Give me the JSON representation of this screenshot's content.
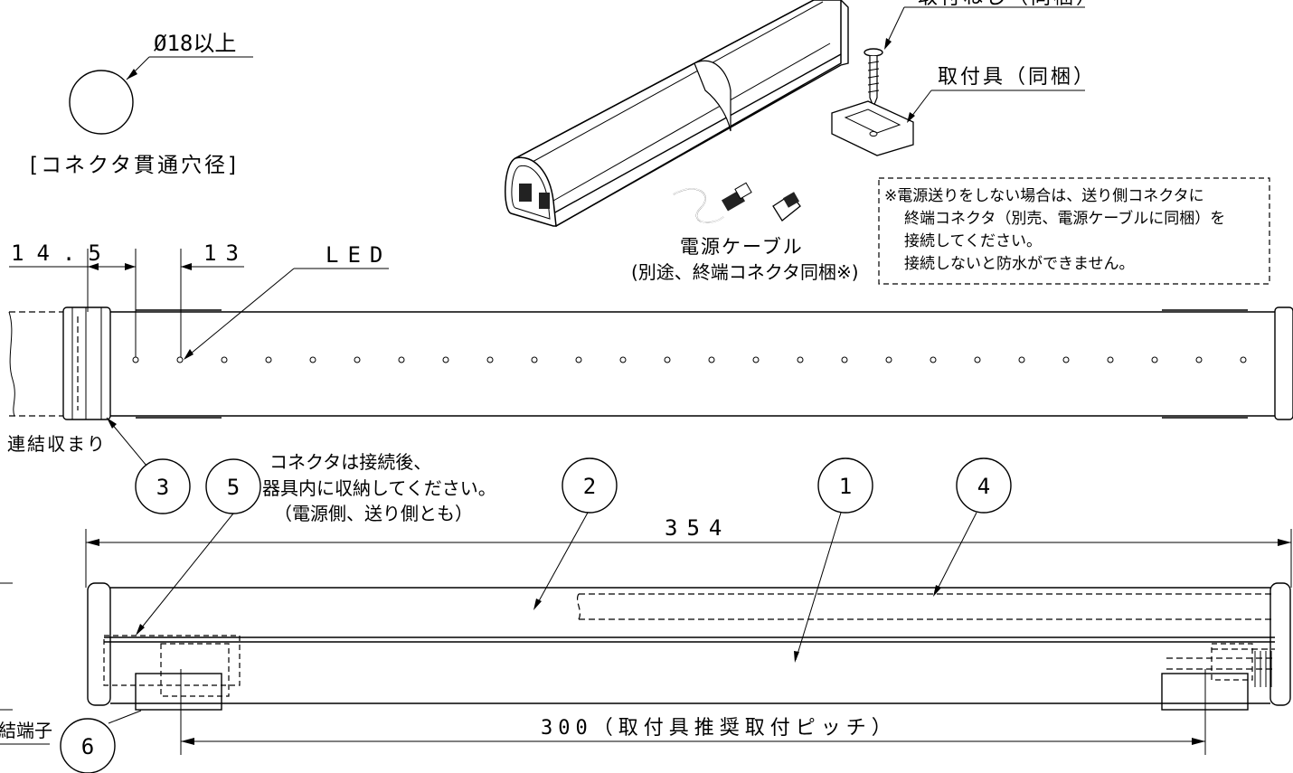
{
  "hole": {
    "title": "Ø18以上",
    "caption": "[コネクタ貫通穴径]"
  },
  "screw_label": "取付ねじ（同梱）",
  "bracket_label": "取付具（同梱）",
  "cable": {
    "line1": "電源ケーブル",
    "line2": "(別途、終端コネクタ同梱※)"
  },
  "note": {
    "lines": [
      "※電源送りをしない場合は、送り側コネクタに",
      "終端コネクタ（別売、電源ケーブルに同梱）を",
      "接続してください。",
      "接続しないと防水ができません。"
    ]
  },
  "dims": {
    "d1": "14.5",
    "d2": "13",
    "led": "LED",
    "total": "354",
    "pitch": "300（取付具推奨取付ピッチ）"
  },
  "labels": {
    "renketsu": "連結収まり",
    "connector_note": [
      "コネクタは接続後、",
      "器具内に収納してください。",
      "（電源側、送り側とも）"
    ],
    "terminal": "結端子"
  },
  "callouts": [
    "3",
    "5",
    "2",
    "1",
    "4",
    "6"
  ]
}
